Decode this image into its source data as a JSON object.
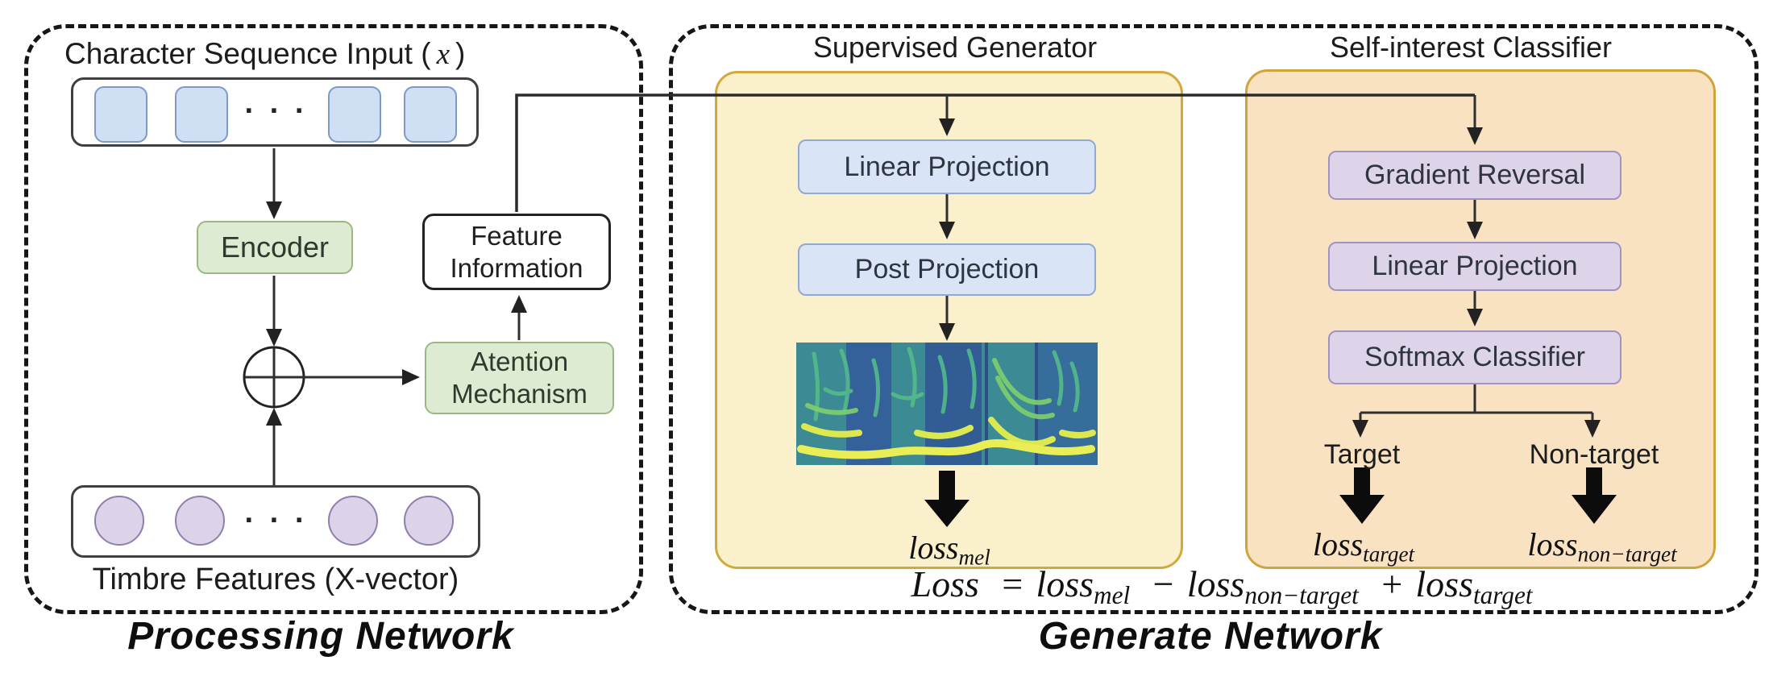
{
  "processing": {
    "label": "Processing Network",
    "char_seq": {
      "prefix": "Character Sequence Input (",
      "variable": "x",
      "suffix": ")"
    },
    "dots": "· · ·",
    "encoder": "Encoder",
    "attention": {
      "line1": "Atention",
      "line2": "Mechanism"
    },
    "feature_info": {
      "line1": "Feature",
      "line2": "Information"
    },
    "timbre_label": "Timbre Features (X-vector)"
  },
  "generate": {
    "label": "Generate Network",
    "supervised": {
      "title": "Supervised Generator",
      "boxes": [
        "Linear Projection",
        "Post Projection"
      ],
      "loss_mel": {
        "base": "loss",
        "sub": "mel"
      }
    },
    "classifier": {
      "title": "Self-interest Classifier",
      "boxes": [
        "Gradient Reversal",
        "Linear Projection",
        "Softmax Classifier"
      ],
      "target": "Target",
      "non_target": "Non-target",
      "loss_target": {
        "base": "loss",
        "sub": "target"
      },
      "loss_non_target": {
        "base": "loss",
        "sub": "non−target"
      }
    },
    "formula": {
      "lhs": "Loss",
      "eq": "=",
      "t1": {
        "base": "loss",
        "sub": "mel"
      },
      "op1": "−",
      "t2": {
        "base": "loss",
        "sub": "non−target"
      },
      "op2": "+",
      "t3": {
        "base": "loss",
        "sub": "target"
      }
    }
  },
  "icons": {
    "sum_node": "circle-plus",
    "spectrogram": "mel-spectrogram"
  },
  "colors": {
    "panel_yellow_fill": "#faf0cb",
    "panel_orange_fill": "#f9e2c2",
    "panel_border": "#d2a93c",
    "node_blue_fill": "#d9e5f6",
    "node_blue_border": "#93a9d1",
    "node_purple_fill": "#ded4ea",
    "node_purple_border": "#a292c2",
    "node_green_fill": "#dcebd1",
    "node_green_border": "#9bb884",
    "token_blue_fill": "#cfdff4",
    "token_blue_border": "#7e99c8",
    "oval_purple_fill": "#ddd3e9",
    "oval_purple_border": "#8f7fae",
    "wire": "#303030"
  }
}
